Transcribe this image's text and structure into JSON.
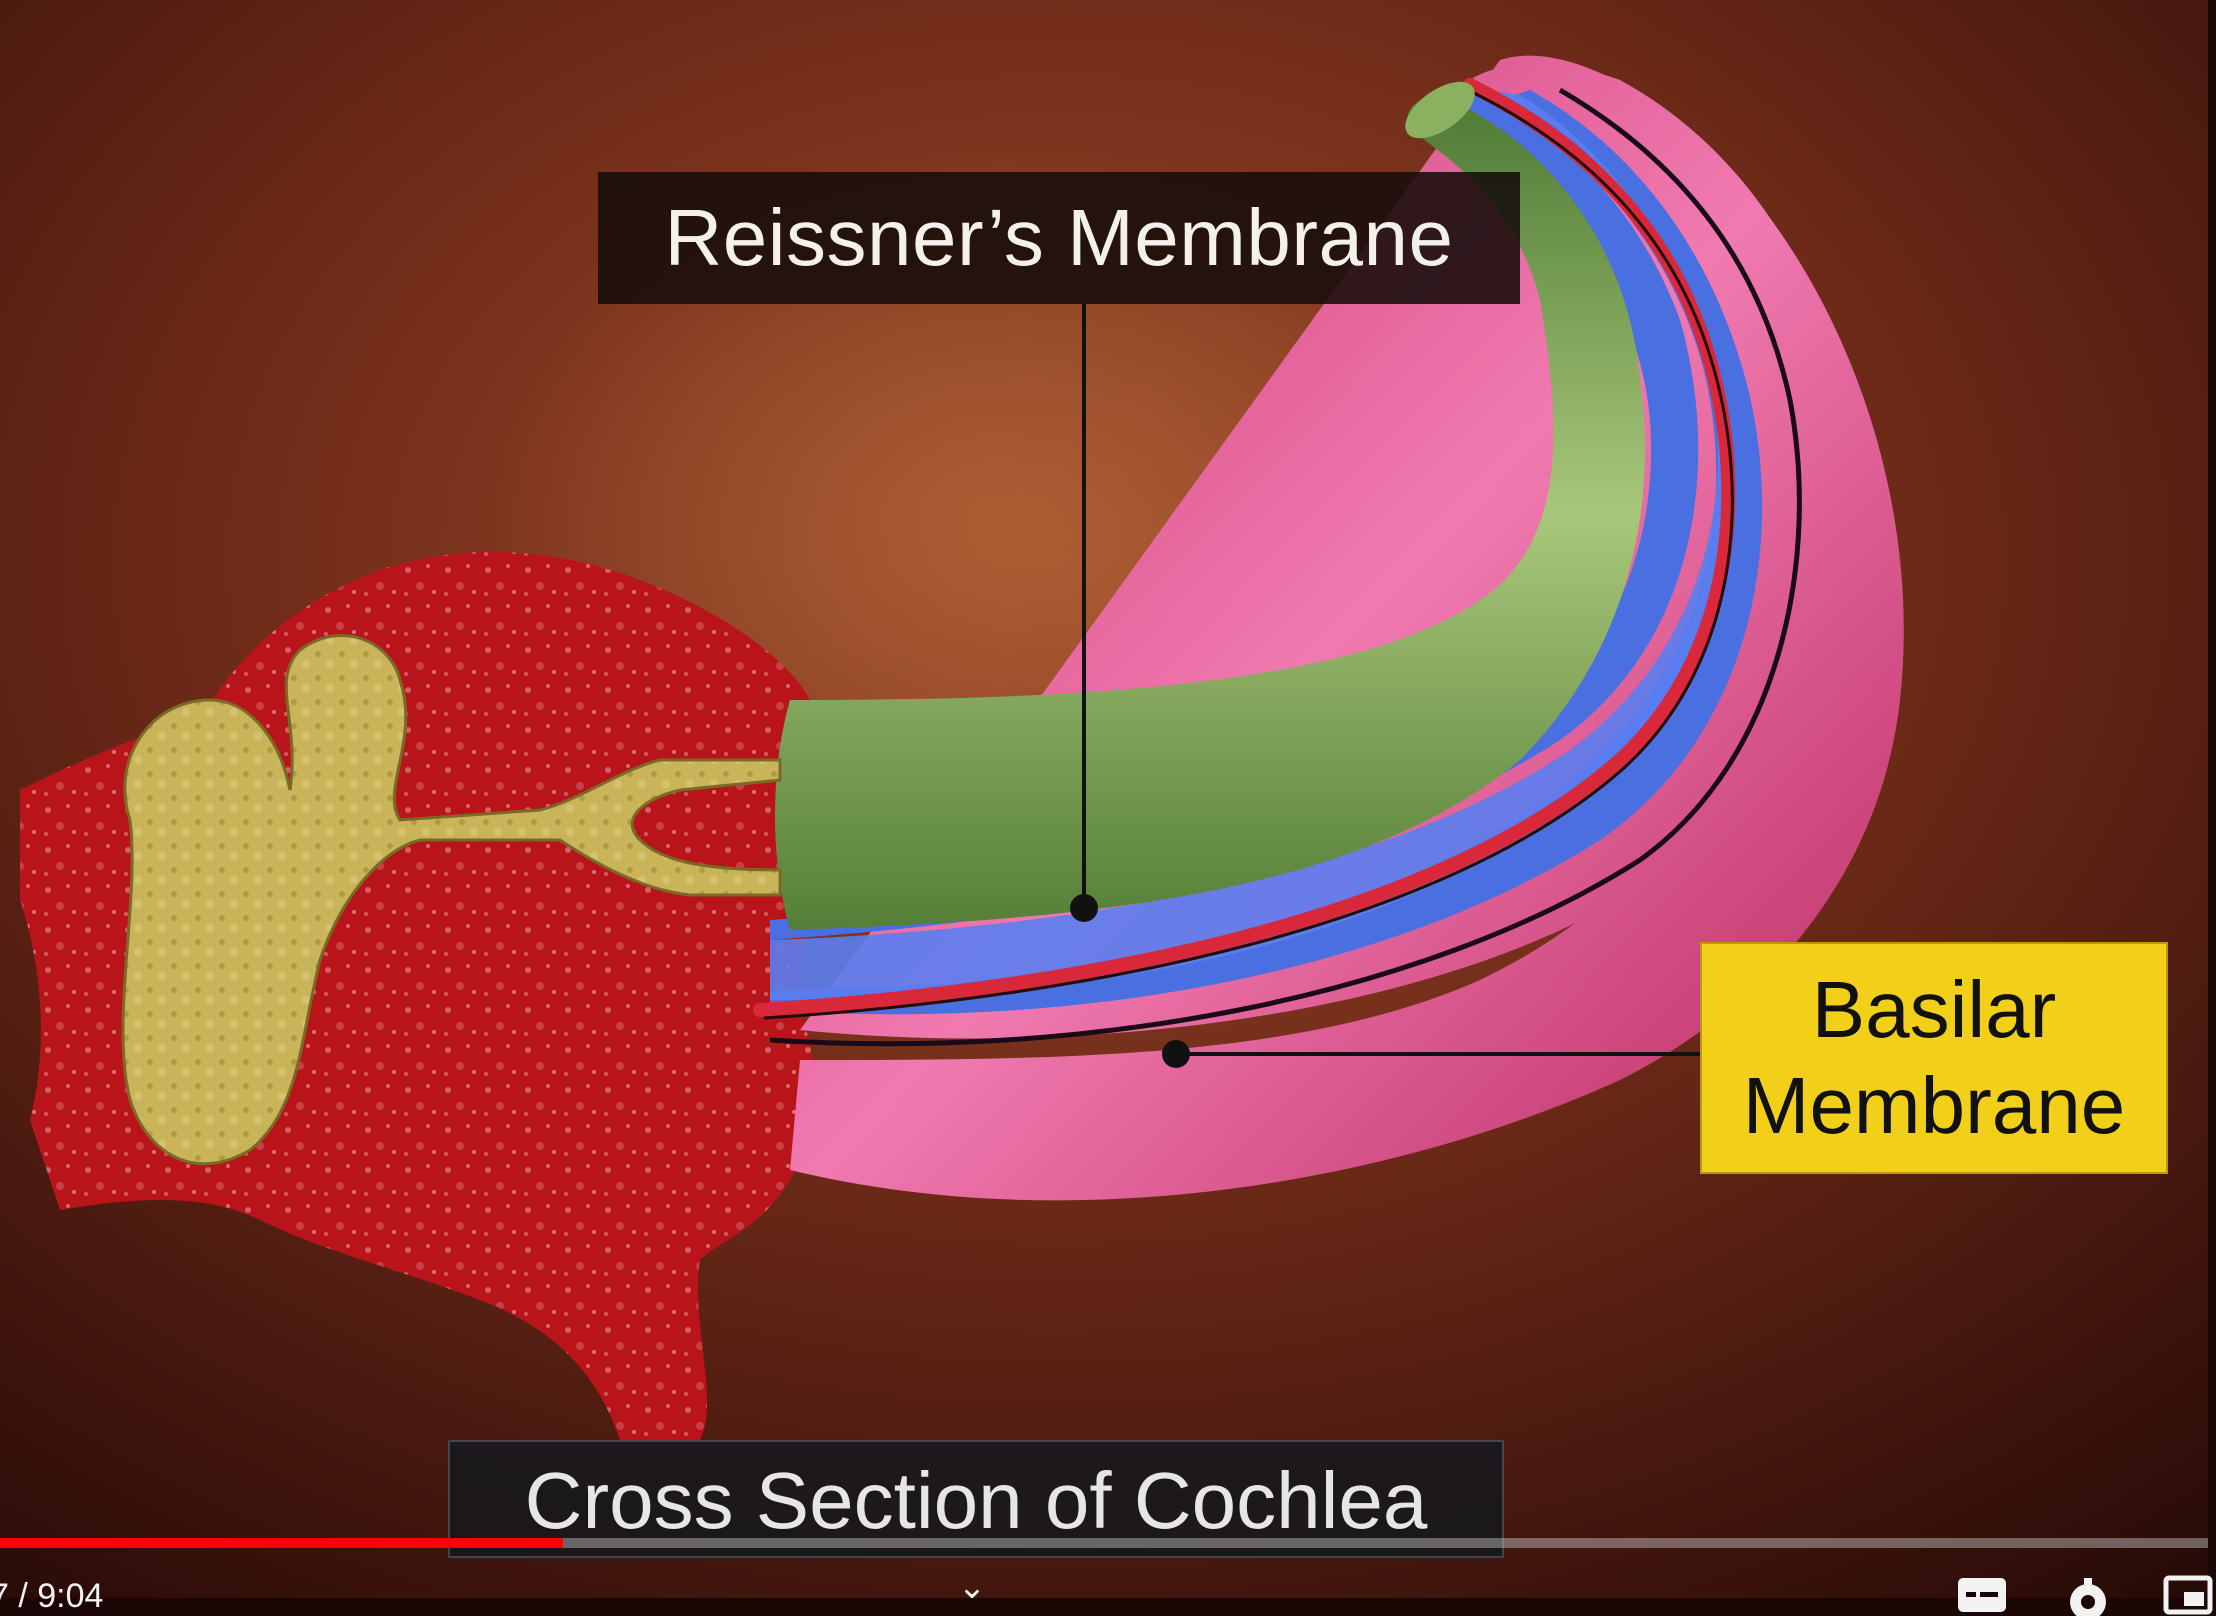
{
  "video": {
    "labels": {
      "reissner": "Reissner’s Membrane",
      "basilar_line1": "Basilar",
      "basilar_line2": "Membrane"
    },
    "caption": "Cross Section of Cochlea"
  },
  "controls": {
    "time": "7 / 9:04",
    "progress_fraction": 0.255
  },
  "colors": {
    "progress": "#ff0000",
    "basilar_label": "#f2d01a",
    "scala_vestibuli": "#6f9c46",
    "scala_media": "#4a6fe0",
    "scala_tympani": "#e0508e",
    "tissue": "#b8141a",
    "ossicles": "#c9b45a"
  }
}
